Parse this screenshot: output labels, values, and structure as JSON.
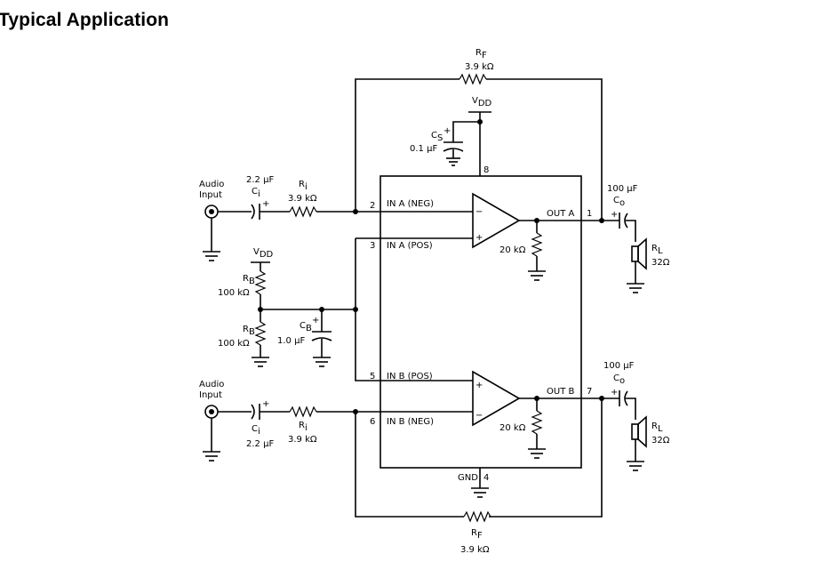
{
  "page": {
    "title": "Typical Application"
  },
  "circuit": {
    "feedback_top": {
      "name": "R",
      "sub": "F",
      "value": "3.9 kΩ"
    },
    "feedback_bottom": {
      "name": "R",
      "sub": "F",
      "value": "3.9 kΩ"
    },
    "vdd_top": {
      "name": "V",
      "sub": "DD"
    },
    "cs": {
      "name": "C",
      "sub": "S",
      "value": "0.1 μF",
      "pol": "+"
    },
    "audio_a": {
      "line1": "Audio",
      "line2": "Input"
    },
    "audio_b": {
      "line1": "Audio",
      "line2": "Input"
    },
    "ci_a": {
      "value": "2.2 μF",
      "name": "C",
      "sub": "i",
      "pol": "+"
    },
    "ri_a": {
      "name": "R",
      "sub": "i",
      "value": "3.9 kΩ"
    },
    "ci_b": {
      "value": "2.2 μF",
      "name": "C",
      "sub": "i",
      "pol": "+"
    },
    "ri_b": {
      "name": "R",
      "sub": "i",
      "value": "3.9 kΩ"
    },
    "vdd_bias": {
      "name": "V",
      "sub": "DD"
    },
    "rb_top": {
      "name": "R",
      "sub": "B",
      "value": "100 kΩ"
    },
    "rb_bottom": {
      "name": "R",
      "sub": "B",
      "value": "100 kΩ"
    },
    "cb": {
      "name": "C",
      "sub": "B",
      "value": "1.0 μF",
      "pol": "+"
    },
    "pins": {
      "in_a_neg": {
        "num": "2",
        "label": "IN A (NEG)"
      },
      "in_a_pos": {
        "num": "3",
        "label": "IN A (POS)"
      },
      "in_b_pos": {
        "num": "5",
        "label": "IN B (POS)"
      },
      "in_b_neg": {
        "num": "6",
        "label": "IN B (NEG)"
      },
      "out_a": {
        "num": "1",
        "label": "OUT A"
      },
      "out_b": {
        "num": "7",
        "label": "OUT B"
      },
      "vdd": {
        "num": "8"
      },
      "gnd": {
        "num": "4",
        "label": "GND"
      }
    },
    "rload_a": {
      "value": "20 kΩ"
    },
    "rload_b": {
      "value": "20 kΩ"
    },
    "co_a": {
      "value": "100 μF",
      "name": "C",
      "sub": "o",
      "pol": "+"
    },
    "co_b": {
      "value": "100 μF",
      "name": "C",
      "sub": "o",
      "pol": "+"
    },
    "rl_a": {
      "name": "R",
      "sub": "L",
      "value": "32Ω"
    },
    "rl_b": {
      "name": "R",
      "sub": "L",
      "value": "32Ω"
    },
    "opamp_signs": {
      "minus": "−",
      "plus": "+"
    }
  }
}
